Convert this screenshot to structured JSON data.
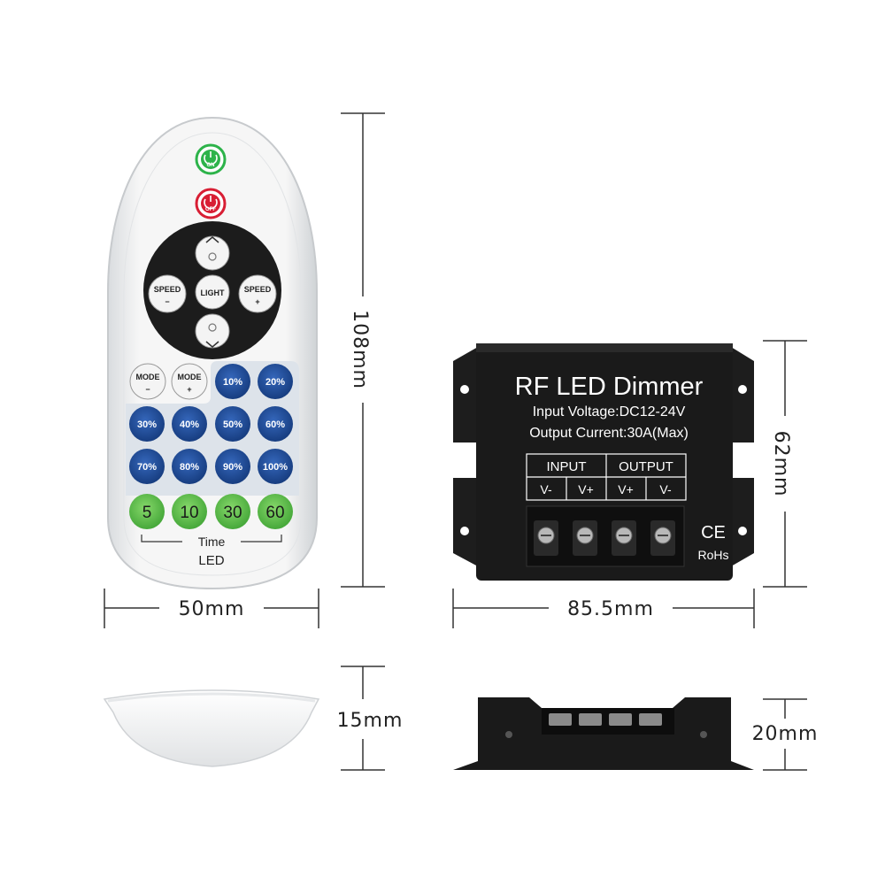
{
  "dimensions": {
    "remote_height": "108mm",
    "remote_width": "50mm",
    "remote_thickness": "15mm",
    "box_height": "62mm",
    "box_width": "85.5mm",
    "box_thickness": "20mm"
  },
  "remote": {
    "on_label": "ON",
    "off_label": "OFF",
    "light_label": "LIGHT",
    "speed_minus_label": "SPEED",
    "speed_minus_sign": "−",
    "speed_plus_label": "SPEED",
    "speed_plus_sign": "+",
    "mode_minus_label": "MODE",
    "mode_minus_sign": "−",
    "mode_plus_label": "MODE",
    "mode_plus_sign": "+",
    "percent_buttons": [
      "10%",
      "20%",
      "30%",
      "40%",
      "50%",
      "60%",
      "70%",
      "80%",
      "90%",
      "100%"
    ],
    "time_buttons": [
      "5",
      "10",
      "30",
      "60"
    ],
    "time_label": "Time",
    "led_label": "LED"
  },
  "dimmer": {
    "title": "RF LED Dimmer",
    "input_voltage": "Input Voltage:DC12-24V",
    "output_current": "Output Current:30A(Max)",
    "input_header": "INPUT",
    "output_header": "OUTPUT",
    "terminals": [
      "V-",
      "V+",
      "V+",
      "V-"
    ],
    "ce_mark": "CE",
    "rohs_mark": "RoHs"
  },
  "colors": {
    "blue_button": "#1f4f9e",
    "green_button": "#5cbf4a",
    "on_green": "#2db34a",
    "off_red": "#d81e34",
    "dimmer_body": "#1a1a1a"
  }
}
